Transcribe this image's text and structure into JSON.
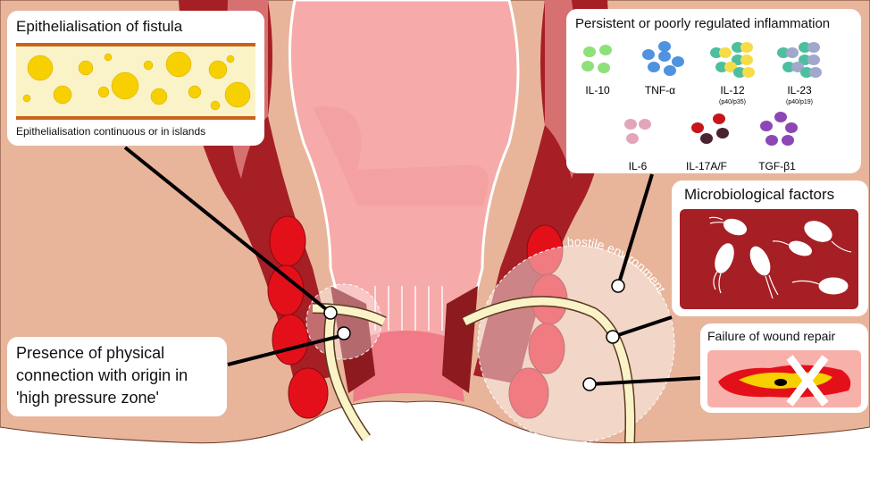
{
  "epithelialisation": {
    "title": "Epithelialisation of fistula",
    "caption": "Epithelialisation continuous or in islands"
  },
  "physical_connection": {
    "lines": [
      "Presence of physical",
      "connection with origin in",
      "'high pressure zone'"
    ]
  },
  "hostile_environment": "hostile environment",
  "inflammation": {
    "title": "Persistent or poorly regulated inflammation",
    "cytokines": [
      {
        "label": "IL-10",
        "sub": "",
        "colors": [
          "#8ee07a"
        ]
      },
      {
        "label": "TNF-α",
        "sub": "",
        "colors": [
          "#4f92e0"
        ]
      },
      {
        "label": "IL-12",
        "sub": "(p40/p35)",
        "colors": [
          "#4dbf9f",
          "#f7dc4a"
        ]
      },
      {
        "label": "IL-23",
        "sub": "(p40/p19)",
        "colors": [
          "#4dbf9f",
          "#a0a8cc"
        ]
      },
      {
        "label": "IL-6",
        "sub": "",
        "colors": [
          "#e3a5bc"
        ]
      },
      {
        "label": "IL-17A/F",
        "sub": "",
        "colors": [
          "#c8141a",
          "#4a2432"
        ]
      },
      {
        "label": "TGF-β1",
        "sub": "",
        "colors": [
          "#8c47b5"
        ]
      }
    ]
  },
  "microbiological": {
    "title": "Microbiological factors"
  },
  "wound_repair": {
    "title": "Failure of wound repair"
  },
  "colors": {
    "skin": "#e8b59b",
    "dark_red": "#a51f24",
    "lumen": "#f7aaaa",
    "muscle": "#e3101a",
    "tract": "#fbf3c8"
  }
}
